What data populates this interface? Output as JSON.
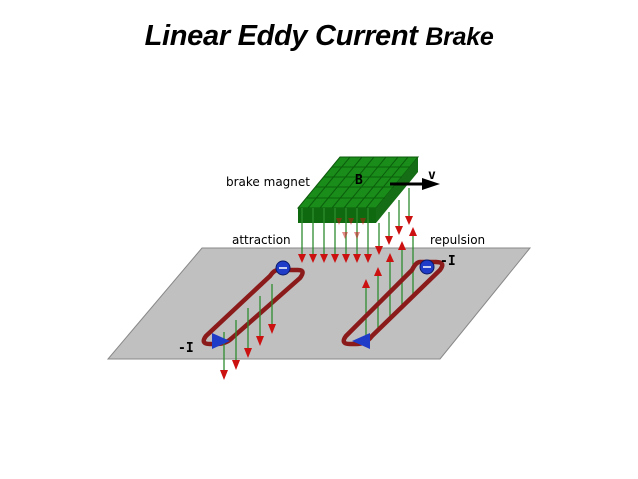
{
  "slide": {
    "title_main": "Linear Eddy Current",
    "title_end": "Brake"
  },
  "diagram": {
    "labels": {
      "brake_magnet": "brake magnet",
      "magnet_letter": "B",
      "velocity": "v",
      "attraction": "attraction",
      "repulsion": "repulsion",
      "current_left": "-I",
      "current_right": "-I"
    },
    "colors": {
      "plate": "#c0c0c0",
      "magnet": "#1a8c1a",
      "loop": "#8b0000",
      "field_down": "#cc1111",
      "field_line": "#2e8b2e",
      "charge": "#1e3cc8"
    }
  }
}
